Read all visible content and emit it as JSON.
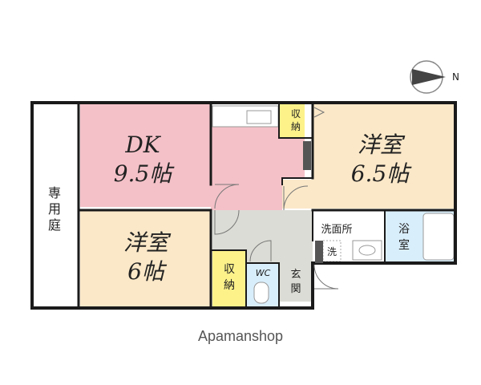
{
  "rooms": {
    "dk": {
      "line1": "DK",
      "line2": "9.5帖"
    },
    "western_a": {
      "line1": "洋室",
      "line2": "6.5帖"
    },
    "western_b": {
      "line1": "洋室",
      "line2": "6帖"
    }
  },
  "labels": {
    "private_garden": [
      "専",
      "用",
      "庭"
    ],
    "storage": [
      "収",
      "納"
    ],
    "entrance": [
      "玄",
      "関"
    ],
    "washroom": "洗面所",
    "washer": "洗",
    "toilet": "WC",
    "bath": [
      "浴",
      "室"
    ]
  },
  "compass": {
    "north": "N"
  },
  "watermark": "Apamanshop",
  "colors": {
    "dk": "#f4c1c8",
    "western": "#fbe8c8",
    "storage": "#fdf28a",
    "hall": "#dcdcd6",
    "water": "#d9eefb",
    "wall": "#1a1a1a"
  }
}
